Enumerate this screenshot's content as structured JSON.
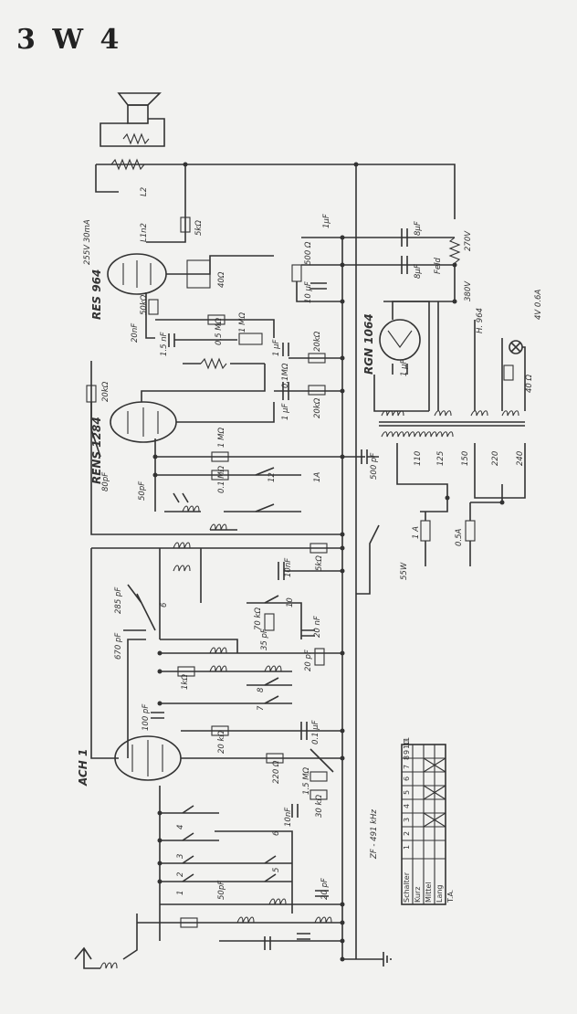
{
  "title": "3 W 4",
  "tubes": {
    "output": "RES 964",
    "audio": "RENS 1284",
    "mixer": "ACH 1",
    "rectifier": "RGN 1064"
  },
  "speaker_labels": {
    "voltage": "255V 30mA",
    "l2": "L2",
    "c1": "L1n2",
    "r5k": "5kΩ"
  },
  "labels": {
    "c_8uf_a": "8μF",
    "c_8uf_b": "8μF",
    "v270": "270V",
    "v380": "380V",
    "feld": "Feld",
    "r500": "500 Ω",
    "c10": "10 μF",
    "c1uf": "1μF",
    "r40": "40Ω",
    "c20nf": "20nF",
    "r50k": "50kΩ",
    "c15": "1.5 nF",
    "r05m": "0.5 MΩ",
    "r1m": "1 MΩ",
    "c1uf2": "1 μF",
    "r20k": "20kΩ",
    "r01m": "0.1MΩ",
    "c1uf3": "1 μF",
    "r20k2": "20kΩ",
    "r20k3": "20kΩ",
    "c80pf": "80pF",
    "c50pf": "50pF",
    "c500pf": "500 pF",
    "r1mo": "1 MΩ",
    "r01mo": "0.1 MΩ",
    "s12": "12",
    "s1a": "1A",
    "c10nf": "10nF",
    "r5k2": "5kΩ",
    "c285": "285 pF",
    "c6": "6",
    "c670": "670 pF",
    "r1k": "1kΩ",
    "r70k": "70 kΩ",
    "c20nf2": "20 nF",
    "s10": "10",
    "c35": "35 pF",
    "c20p": "20 pF",
    "s8": "8",
    "s7": "7",
    "c100": "100 pF",
    "r20k4": "20 kΩ",
    "c01": "0.1 μF",
    "r220": "220 Ω",
    "r15m": "1.5 MΩ",
    "r30k": "30 kΩ",
    "c10nf2": "10nF",
    "zf": "ZF - 491 kHz",
    "s4": "4",
    "s5": "5",
    "s3": "3",
    "s2": "2",
    "s1": "1",
    "c50p": "50pF",
    "c20pf3": "20 pF",
    "t110": "110",
    "t125": "125",
    "t150": "150",
    "t220": "220",
    "t240": "240",
    "f1a": "1 A",
    "f05a": "0.5A",
    "w55": "55W",
    "v4": "4V 0.6A",
    "v40": "40 Ω",
    "h964": "H. 964",
    "ze": "1 μF"
  },
  "switch_table": {
    "header": [
      "Schalter",
      "1",
      "2",
      "3",
      "4",
      "5",
      "6",
      "7",
      "8",
      "9",
      "10",
      "11"
    ],
    "rows": [
      "Kurz",
      "Mittel",
      "Lang",
      "T.A."
    ]
  }
}
